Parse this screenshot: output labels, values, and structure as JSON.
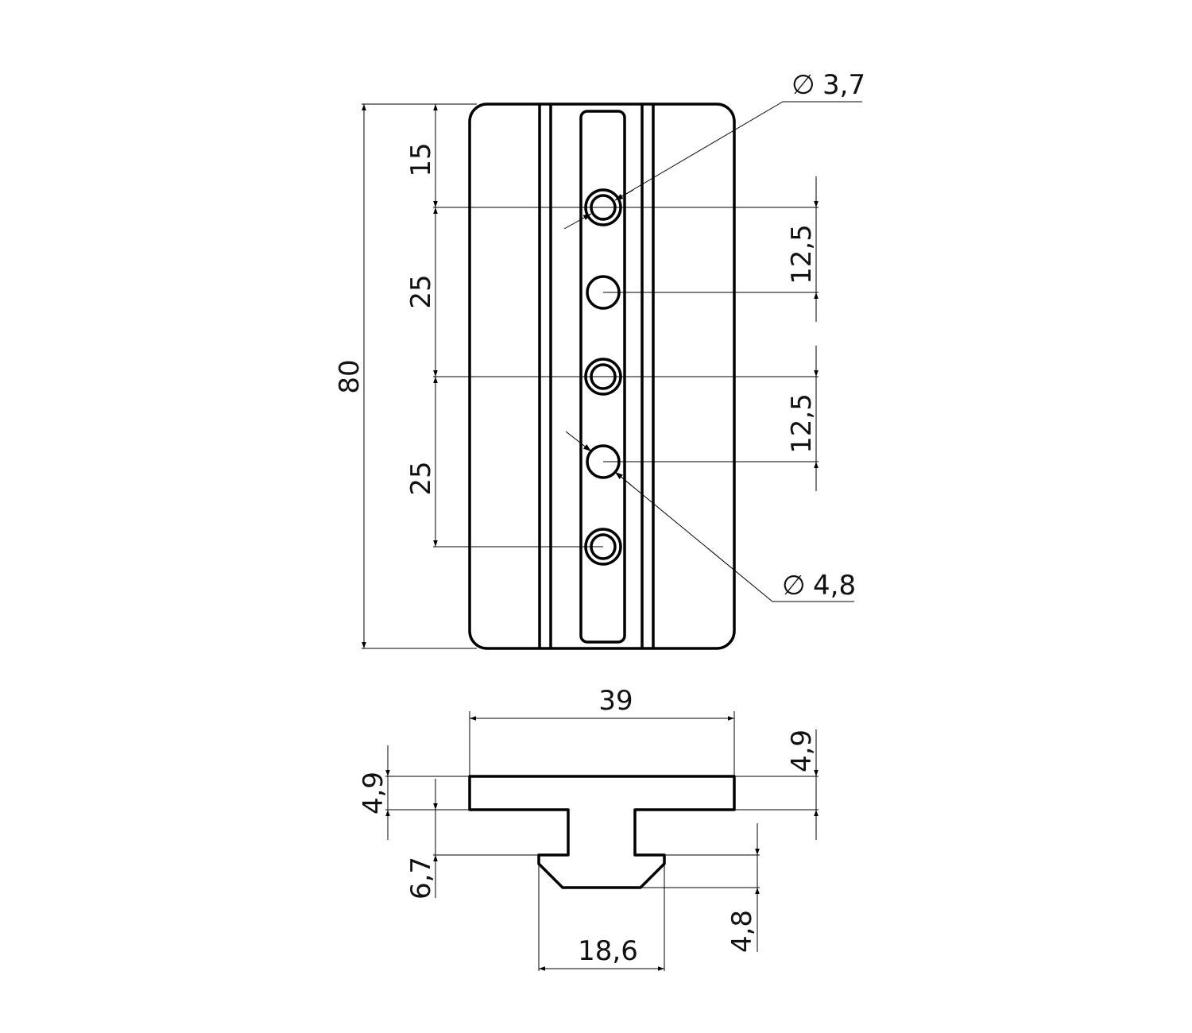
{
  "drawing": {
    "top_view": {
      "overall_length": "80",
      "first_hole_offset": "15",
      "hole_spacing_1": "25",
      "hole_spacing_2": "25",
      "half_spacing_1": "12,5",
      "half_spacing_2": "12,5",
      "small_hole_diameter": "3,7",
      "large_hole_diameter": "4,8",
      "diameter_symbol": "∅"
    },
    "section_view": {
      "width": "39",
      "flange_thickness_left": "4,9",
      "flange_thickness_right": "4,9",
      "neck_height": "6,7",
      "foot_height": "4,8",
      "foot_width": "18,6"
    }
  }
}
